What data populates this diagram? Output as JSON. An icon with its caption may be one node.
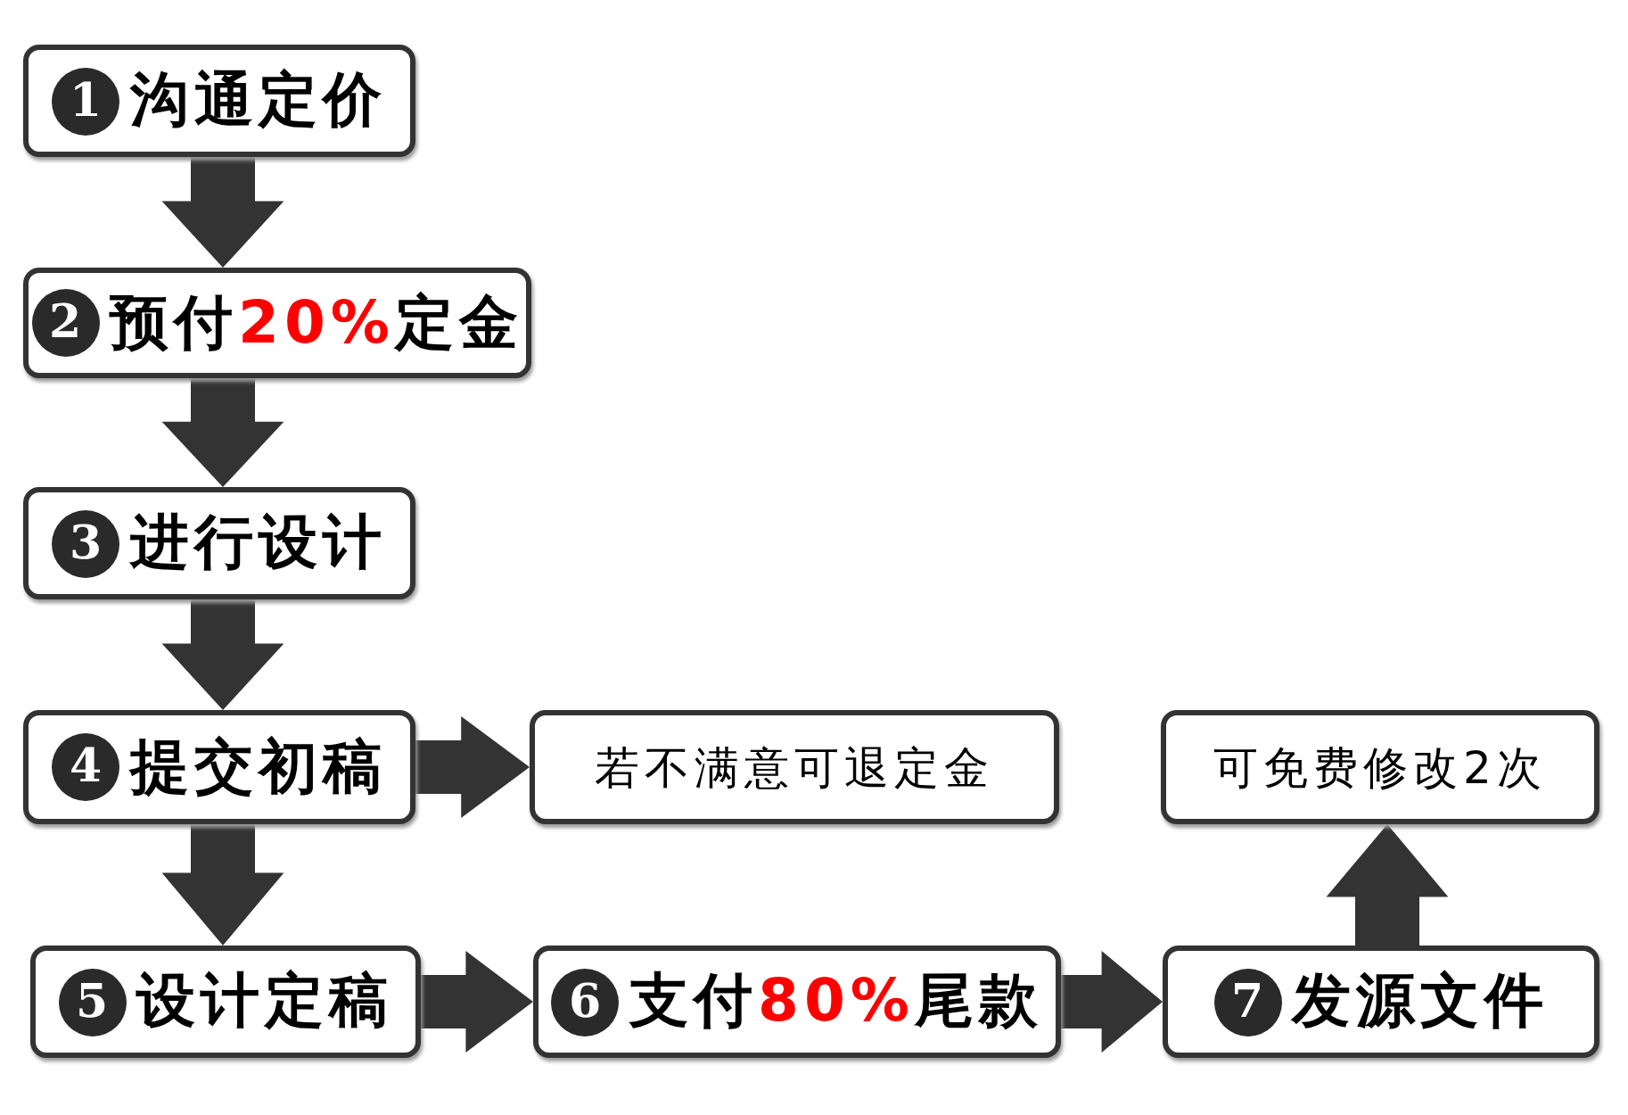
{
  "diagram": {
    "nodes": [
      {
        "text": [
          "1",
          "沟通定价"
        ]
      },
      {
        "text": [
          "2",
          "预付20%定金"
        ]
      },
      {
        "text": [
          "3",
          "进行设计"
        ]
      },
      {
        "text": [
          "4",
          "提交初稿"
        ]
      },
      {
        "text": [
          "若不满意可退定金"
        ]
      },
      {
        "text": [
          "可免费修改2次"
        ]
      },
      {
        "text": [
          "5",
          "设计定稿"
        ]
      },
      {
        "text": [
          "6",
          "支付80%尾款"
        ]
      },
      {
        "text": [
          "7",
          "发源文件"
        ]
      }
    ],
    "edges": [
      {
        "from": 0,
        "to": 1,
        "arrow": "to"
      },
      {
        "from": 1,
        "to": 2,
        "arrow": "to"
      },
      {
        "from": 2,
        "to": 3,
        "arrow": "to"
      },
      {
        "from": 3,
        "to": 4,
        "arrow": "to"
      },
      {
        "from": 3,
        "to": 6,
        "arrow": "to"
      },
      {
        "from": 6,
        "to": 7,
        "arrow": "to"
      },
      {
        "from": 7,
        "to": 8,
        "arrow": "to"
      },
      {
        "from": 8,
        "to": 5,
        "arrow": "to"
      }
    ]
  }
}
